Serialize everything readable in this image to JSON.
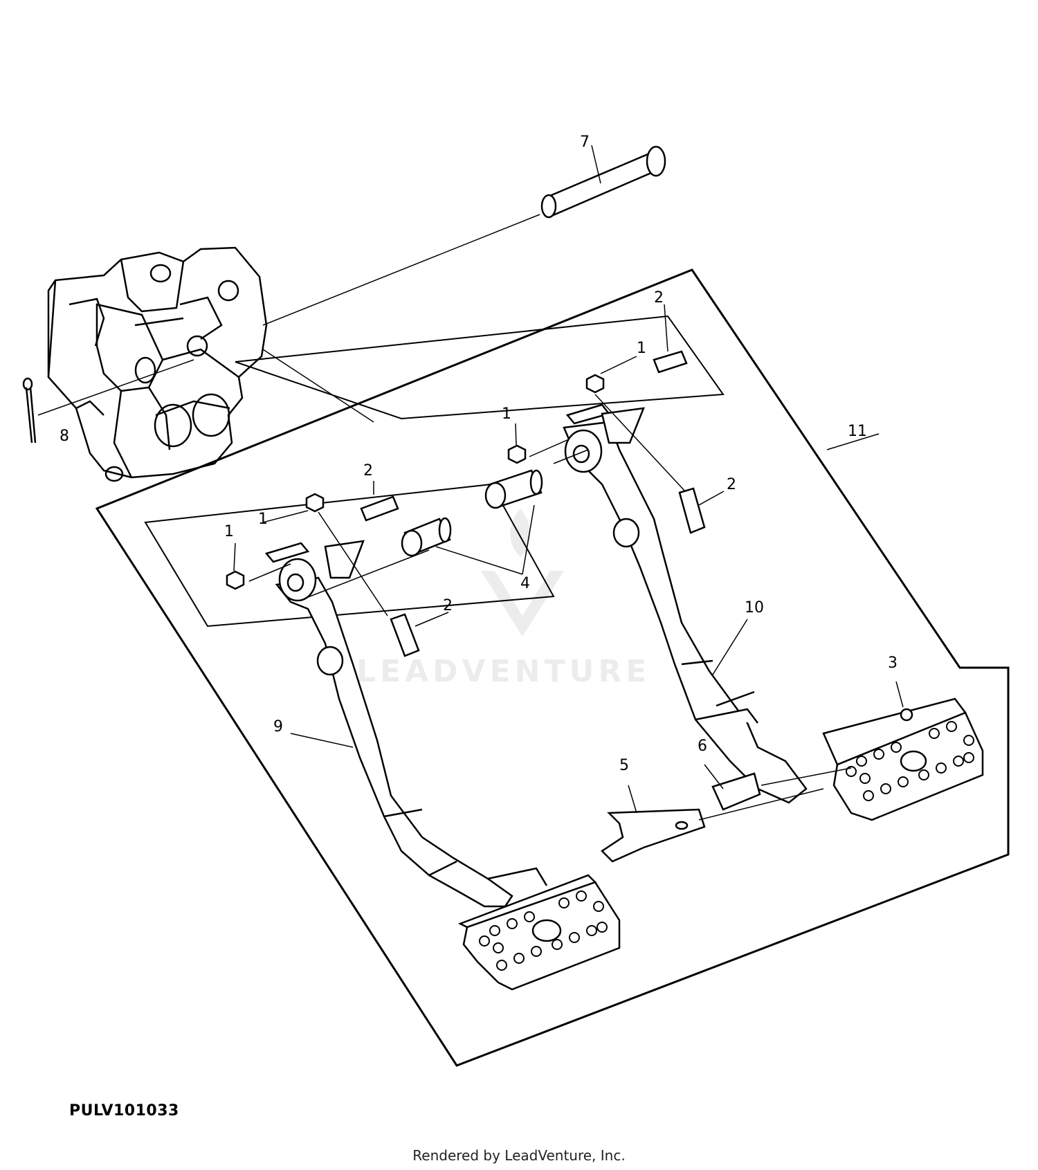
{
  "diagram": {
    "drawing_id": "PULV101033",
    "footer": "Rendered by LeadVenture, Inc.",
    "watermark": "LEADVENTURE",
    "callouts": {
      "c1": "1",
      "c2": "2",
      "c3": "3",
      "c4": "4",
      "c5": "5",
      "c6": "6",
      "c7": "7",
      "c8": "8",
      "c9": "9",
      "c10": "10",
      "c11": "11"
    }
  }
}
